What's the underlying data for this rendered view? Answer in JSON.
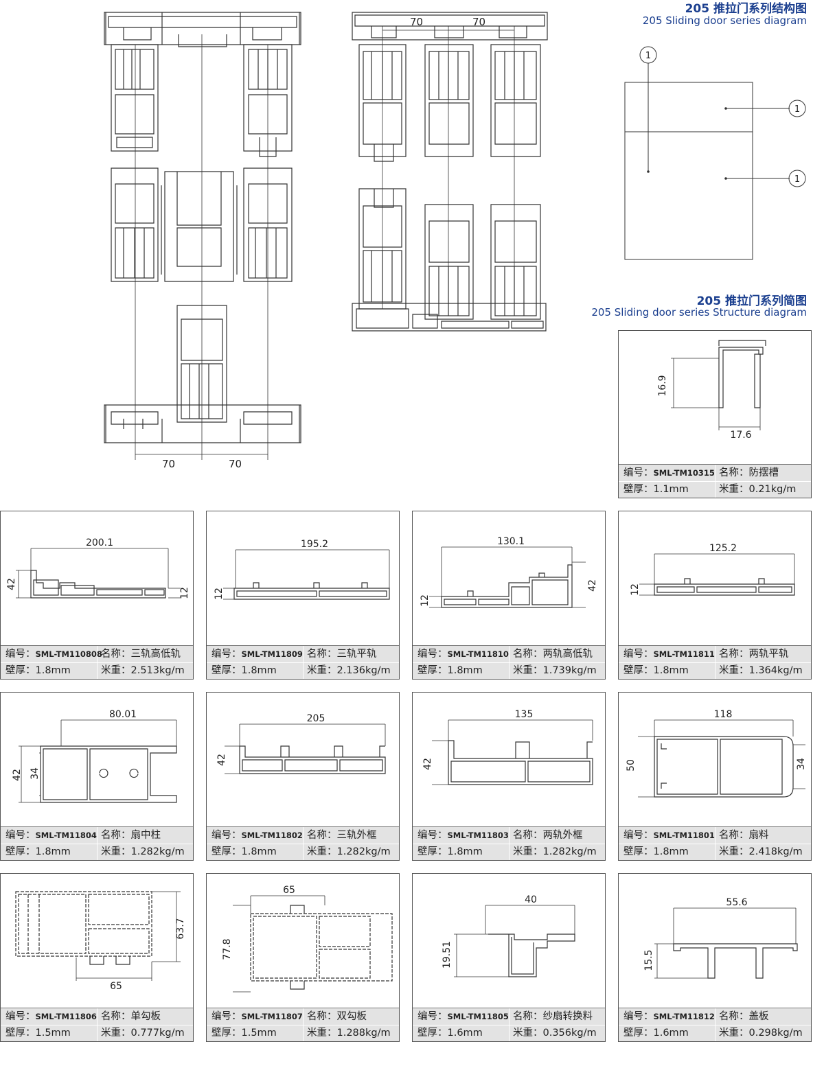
{
  "header": {
    "structure_cn": "205 推拉门系列结构图",
    "structure_en": "205 Sliding door series diagram",
    "simple_cn": "205 推拉门系列简图",
    "simple_en": "205 Sliding door series Structure diagram"
  },
  "main_drawing": {
    "dim_a": "70",
    "dim_b": "70",
    "dim_c": "70",
    "dim_d": "70"
  },
  "elevation": {
    "callout_1": "1",
    "callout_2": "1",
    "callout_3": "1"
  },
  "profiles": [
    {
      "code_label": "编号：",
      "code": "SML-TM10315",
      "name_label": "名称：",
      "name": "防摆槽",
      "wall_label": "壁厚：",
      "wall": "1.1mm",
      "weight_label": "米重：",
      "weight": "0.21kg/m",
      "dims": [
        "16.9",
        "17.6"
      ]
    },
    {
      "code_label": "编号：",
      "code": "SML-TM110808",
      "name_label": "名称：",
      "name": "三轨高低轨",
      "wall_label": "壁厚：",
      "wall": "1.8mm",
      "weight_label": "米重：",
      "weight": "2.513kg/m",
      "dims": [
        "200.1",
        "42",
        "12"
      ]
    },
    {
      "code_label": "编号：",
      "code": "SML-TM11809",
      "name_label": "名称：",
      "name": "三轨平轨",
      "wall_label": "壁厚：",
      "wall": "1.8mm",
      "weight_label": "米重：",
      "weight": "2.136kg/m",
      "dims": [
        "195.2",
        "12"
      ]
    },
    {
      "code_label": "编号：",
      "code": "SML-TM11810",
      "name_label": "名称：",
      "name": "两轨高低轨",
      "wall_label": "壁厚：",
      "wall": "1.8mm",
      "weight_label": "米重：",
      "weight": "1.739kg/m",
      "dims": [
        "130.1",
        "12",
        "42"
      ]
    },
    {
      "code_label": "编号：",
      "code": "SML-TM11811",
      "name_label": "名称：",
      "name": "两轨平轨",
      "wall_label": "壁厚：",
      "wall": "1.8mm",
      "weight_label": "米重：",
      "weight": "1.364kg/m",
      "dims": [
        "125.2",
        "12"
      ]
    },
    {
      "code_label": "编号：",
      "code": "SML-TM11804",
      "name_label": "名称：",
      "name": "扇中柱",
      "wall_label": "壁厚：",
      "wall": "1.8mm",
      "weight_label": "米重：",
      "weight": "1.282kg/m",
      "dims": [
        "80.01",
        "42",
        "34"
      ]
    },
    {
      "code_label": "编号：",
      "code": "SML-TM11802",
      "name_label": "名称：",
      "name": "三轨外框",
      "wall_label": "壁厚：",
      "wall": "1.8mm",
      "weight_label": "米重：",
      "weight": "1.282kg/m",
      "dims": [
        "205",
        "42"
      ]
    },
    {
      "code_label": "编号：",
      "code": "SML-TM11803",
      "name_label": "名称：",
      "name": "两轨外框",
      "wall_label": "壁厚：",
      "wall": "1.8mm",
      "weight_label": "米重：",
      "weight": "1.282kg/m",
      "dims": [
        "135",
        "42"
      ]
    },
    {
      "code_label": "编号：",
      "code": "SML-TM11801",
      "name_label": "名称：",
      "name": "扇料",
      "wall_label": "壁厚：",
      "wall": "1.8mm",
      "weight_label": "米重：",
      "weight": "2.418kg/m",
      "dims": [
        "118",
        "50",
        "34"
      ]
    },
    {
      "code_label": "编号：",
      "code": "SML-TM11806",
      "name_label": "名称：",
      "name": "单勾板",
      "wall_label": "壁厚：",
      "wall": "1.5mm",
      "weight_label": "米重：",
      "weight": "0.777kg/m",
      "dims": [
        "63.7",
        "65"
      ]
    },
    {
      "code_label": "编号：",
      "code": "SML-TM11807",
      "name_label": "名称：",
      "name": "双勾板",
      "wall_label": "壁厚：",
      "wall": "1.5mm",
      "weight_label": "米重：",
      "weight": "1.288kg/m",
      "dims": [
        "65",
        "77.8"
      ]
    },
    {
      "code_label": "编号：",
      "code": "SML-TM11805",
      "name_label": "名称：",
      "name": "纱扇转换料",
      "wall_label": "壁厚：",
      "wall": "1.6mm",
      "weight_label": "米重：",
      "weight": "0.356kg/m",
      "dims": [
        "40",
        "19.51"
      ]
    },
    {
      "code_label": "编号：",
      "code": "SML-TM11812",
      "name_label": "名称：",
      "name": "盖板",
      "wall_label": "壁厚：",
      "wall": "1.6mm",
      "weight_label": "米重：",
      "weight": "0.298kg/m",
      "dims": [
        "55.6",
        "15.5"
      ]
    }
  ]
}
